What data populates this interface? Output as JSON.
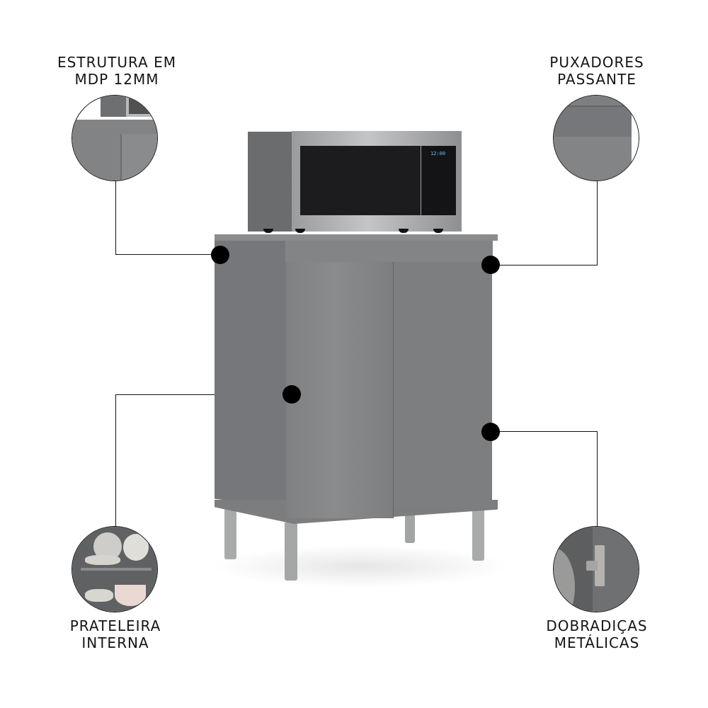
{
  "features": [
    {
      "id": "estrutura",
      "lines": [
        "ESTRUTURA EM",
        "MDP 12MM"
      ]
    },
    {
      "id": "puxadores",
      "lines": [
        "PUXADORES",
        "PASSANTE"
      ]
    },
    {
      "id": "prateleira",
      "lines": [
        "PRATELEIRA",
        "INTERNA"
      ]
    },
    {
      "id": "dobradicas",
      "lines": [
        "DOBRADIÇAS",
        "METÁLICAS"
      ]
    }
  ],
  "microwave": {
    "display": "12:00"
  },
  "colors": {
    "cabinet": "#7a7b7d",
    "cabinet_dark": "#6a6b6d",
    "legs": "#a9abab",
    "dot": "#000000",
    "text": "#151515"
  }
}
